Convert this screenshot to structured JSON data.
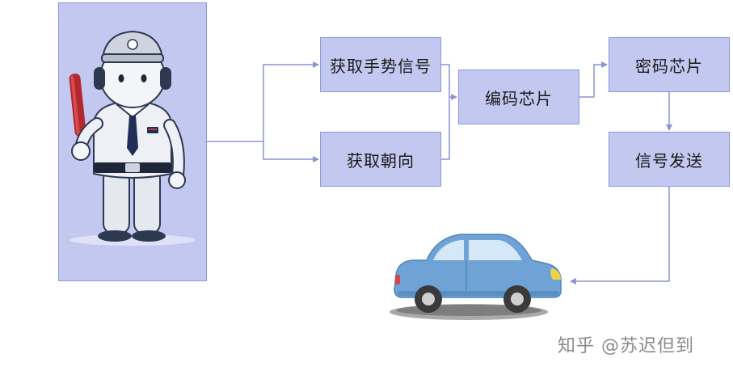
{
  "boxes": {
    "gesture": "获取手势信号",
    "orientation": "获取朝向",
    "encoder": "编码芯片",
    "crypto": "密码芯片",
    "send": "信号发送"
  },
  "watermark": "知乎 @苏迟但到",
  "colors": {
    "box_fill": "#c3c8f0",
    "box_border": "#8e97d6",
    "arrow": "#8c94d4",
    "car_body": "#6fa3d6"
  },
  "images": {
    "guard": "traffic-police-illustration",
    "car": "car-illustration"
  }
}
